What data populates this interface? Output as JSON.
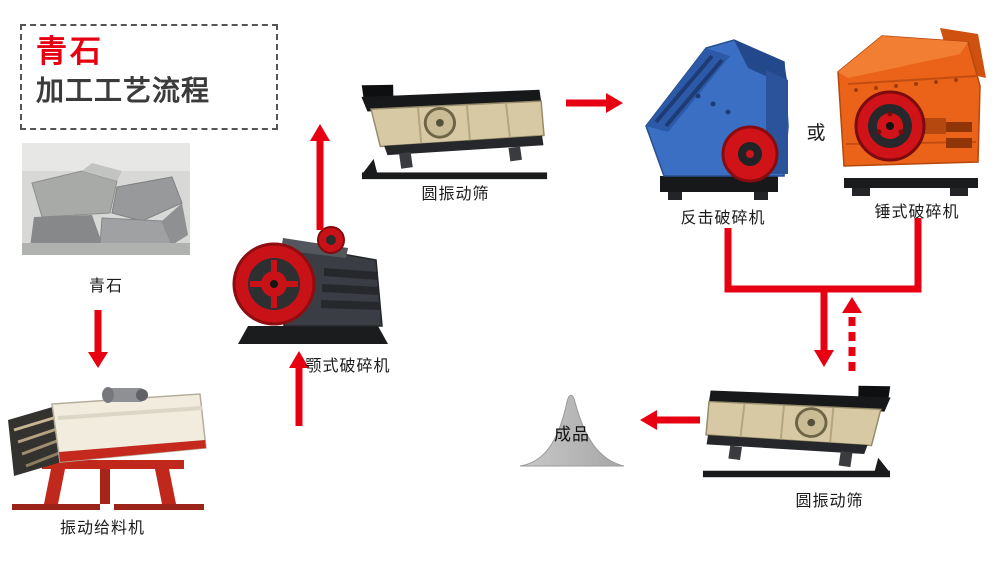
{
  "title": {
    "line1": "青石",
    "line2": "加工工艺流程"
  },
  "flow": {
    "stone": {
      "label": "青石"
    },
    "feeder": {
      "label": "振动给料机"
    },
    "jaw_crusher": {
      "label": "颚式破碎机"
    },
    "screen_top": {
      "label": "圆振动筛"
    },
    "impact_crusher": {
      "label": "反击破碎机"
    },
    "or_text": "或",
    "hammer_crusher": {
      "label": "锤式破碎机"
    },
    "screen_bottom": {
      "label": "圆振动筛"
    },
    "product": {
      "label": "成品"
    }
  },
  "connections": [
    {
      "from": "青石",
      "to": "振动给料机",
      "style": "solid-arrow"
    },
    {
      "from": "振动给料机",
      "to": "颚式破碎机",
      "style": "solid-arrow"
    },
    {
      "from": "颚式破碎机",
      "to": "圆振动筛",
      "style": "solid-arrow"
    },
    {
      "from": "圆振动筛",
      "to": "反击破碎机 / 锤式破碎机",
      "style": "solid-arrow"
    },
    {
      "from": "反击破碎机 / 锤式破碎机",
      "to": "圆振动筛(下)",
      "style": "solid-arrow"
    },
    {
      "from": "圆振动筛(下)",
      "to": "反击破碎机 / 锤式破碎机",
      "style": "dashed-arrow"
    },
    {
      "from": "圆振动筛(下)",
      "to": "成品",
      "style": "solid-arrow"
    }
  ],
  "colors": {
    "arrow_red": "#e60012",
    "title_red": "#e60012",
    "title_dark": "#3b3b3b",
    "label_text": "#1a1a1a",
    "impact_crusher_blue": "#3a6fc4",
    "hammer_crusher_orange": "#ea6318",
    "vibrating_screen_beige": "#d6c9a3",
    "jaw_crusher_dark": "#3a3e44",
    "feeder_red": "#c5281c",
    "product_gray": "#b7b7b7"
  }
}
